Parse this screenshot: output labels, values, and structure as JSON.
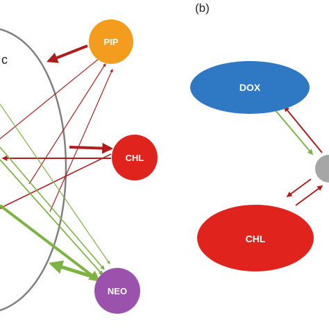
{
  "panel_a": {
    "partial_label": "c",
    "nodes": {
      "pip": {
        "label": "PIP",
        "color": "#f39c1e"
      },
      "chl": {
        "label": "CHL",
        "color": "#e0241d"
      },
      "neo": {
        "label": "NEO",
        "color": "#9b52ad"
      }
    },
    "colors": {
      "red_arrow": "#b01c1c",
      "green_arrow": "#7cb342",
      "circle": "#7f7f7f"
    }
  },
  "panel_b": {
    "label": "(b)",
    "nodes": {
      "dox": {
        "label": "DOX",
        "color": "#2e78c4"
      },
      "chl": {
        "label": "CHL",
        "color": "#e0241d"
      },
      "hub": {
        "label": "",
        "color": "#a6a6a6"
      }
    }
  }
}
